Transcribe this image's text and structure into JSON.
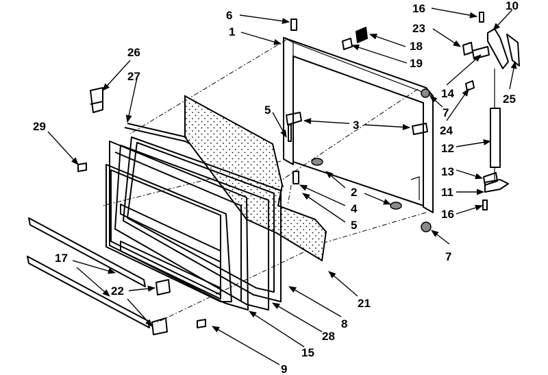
{
  "callouts": [
    {
      "id": "c6",
      "text": "6"
    },
    {
      "id": "c1",
      "text": "1"
    },
    {
      "id": "c16a",
      "text": "16"
    },
    {
      "id": "c10",
      "text": "10"
    },
    {
      "id": "c23",
      "text": "23"
    },
    {
      "id": "c18",
      "text": "18"
    },
    {
      "id": "c19",
      "text": "19"
    },
    {
      "id": "c26",
      "text": "26"
    },
    {
      "id": "c27",
      "text": "27"
    },
    {
      "id": "c14",
      "text": "14"
    },
    {
      "id": "c25",
      "text": "25"
    },
    {
      "id": "c7a",
      "text": "7"
    },
    {
      "id": "c24",
      "text": "24"
    },
    {
      "id": "c5a",
      "text": "5"
    },
    {
      "id": "c3",
      "text": "3"
    },
    {
      "id": "c29",
      "text": "29"
    },
    {
      "id": "c12",
      "text": "12"
    },
    {
      "id": "c13",
      "text": "13"
    },
    {
      "id": "c2",
      "text": "2"
    },
    {
      "id": "c11",
      "text": "11"
    },
    {
      "id": "c4",
      "text": "4"
    },
    {
      "id": "c16b",
      "text": "16"
    },
    {
      "id": "c5b",
      "text": "5"
    },
    {
      "id": "c7b",
      "text": "7"
    },
    {
      "id": "c17",
      "text": "17"
    },
    {
      "id": "c22",
      "text": "22"
    },
    {
      "id": "c21",
      "text": "21"
    },
    {
      "id": "c8",
      "text": "8"
    },
    {
      "id": "c28",
      "text": "28"
    },
    {
      "id": "c15",
      "text": "15"
    },
    {
      "id": "c9",
      "text": "9"
    }
  ]
}
